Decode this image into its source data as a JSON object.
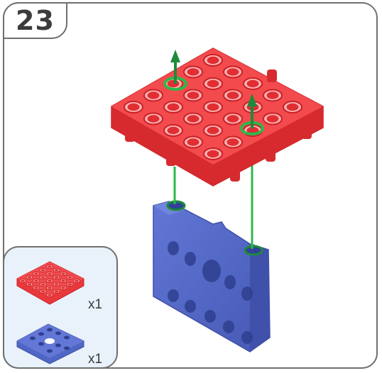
{
  "step": {
    "number": "23"
  },
  "parts_list": [
    {
      "name": "red-plate-5x5",
      "quantity": "x1",
      "color": "#f0393c"
    },
    {
      "name": "blue-plate",
      "quantity": "x1",
      "color": "#4f66c4"
    }
  ],
  "colors": {
    "frame": "#6f6f6f",
    "panel": "#e9f2fb",
    "red": "#f0393c",
    "red_dark": "#c82226",
    "blue": "#5569c8",
    "blue_dark": "#3e4fa6",
    "arrow": "#1e8a3c",
    "ring": "#2eb84a"
  },
  "icons": [
    "up-arrow-icon",
    "connector-ring-icon"
  ]
}
